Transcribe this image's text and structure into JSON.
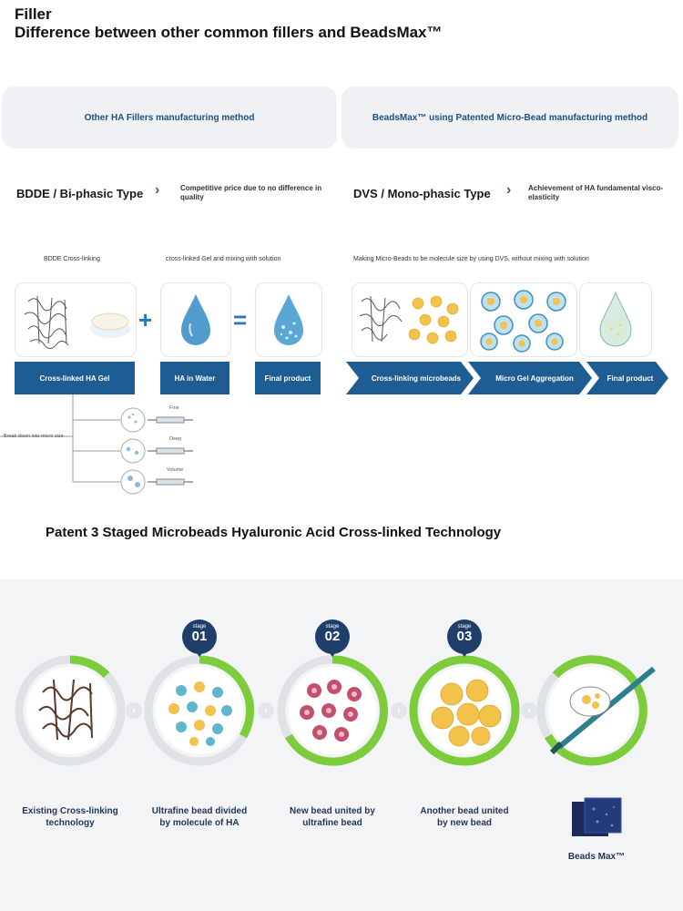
{
  "header": {
    "title_line1": "Filler",
    "title_line2": "Difference between other common fillers and BeadsMax™"
  },
  "left_panel": {
    "heading": "Other HA Fillers manufacturing method",
    "type_title": "BDDE / Bi-phasic Type",
    "type_desc": "Competitive price due to no difference in quality",
    "caption_a": "BDDE Cross-linking",
    "caption_b": "cross-linked Gel and mixing with solution",
    "plus": "+",
    "equals": "=",
    "bars": [
      "Cross-linked HA Gel",
      "HA in Water",
      "Final product"
    ],
    "breakdown_label": "Break down into micro size",
    "syringes": [
      "Fine",
      "Deep",
      "Volume"
    ]
  },
  "right_panel": {
    "heading": "BeadsMax™ using Patented Micro-Bead manufacturing method",
    "type_title": "DVS / Mono-phasic Type",
    "type_desc": "Achievement of HA fundamental visco-elasticity",
    "caption": "Making Micro-Beads to be molecule size by using DVS, without mixing with solution",
    "bars": [
      "Cross-linking microbeads",
      "Micro Gel Aggregation",
      "Final product"
    ]
  },
  "patent": {
    "title": "Patent 3 Staged Microbeads Hyaluronic Acid Cross-linked Technology",
    "stage_word": "stage",
    "stages": [
      {
        "label": "Existing Cross-linking technology"
      },
      {
        "number": "01",
        "label": "Ultrafine bead divided by molecule of HA"
      },
      {
        "number": "02",
        "label": "New bead united by ultrafine bead"
      },
      {
        "number": "03",
        "label": "Another bead united by new bead"
      },
      {
        "label": "Beads Max™"
      }
    ],
    "arrow_glyph": "›"
  },
  "colors": {
    "navy": "#1f3f6a",
    "bar_blue": "#1e5c94",
    "green": "#7ccc3c",
    "ring_gray": "#dfe2e6"
  }
}
